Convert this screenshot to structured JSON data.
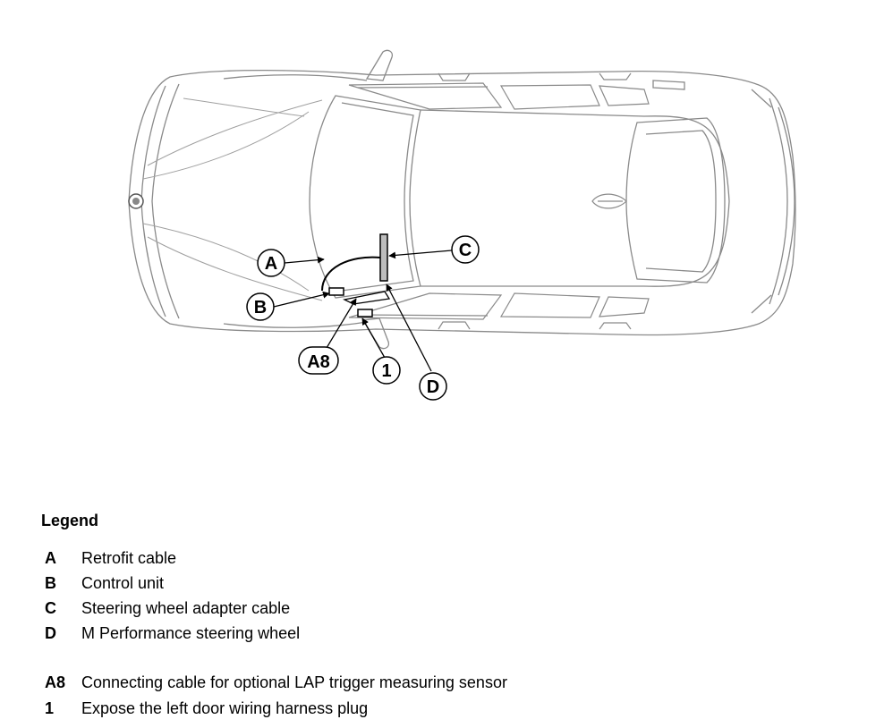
{
  "callouts": {
    "A": "A",
    "B": "B",
    "C": "C",
    "D": "D",
    "A8": "A8",
    "one": "1"
  },
  "legend": {
    "title": "Legend",
    "items": [
      {
        "code": "A",
        "text": "Retrofit cable"
      },
      {
        "code": "B",
        "text": "Control unit"
      },
      {
        "code": "C",
        "text": "Steering wheel adapter cable"
      },
      {
        "code": "D",
        "text": "M Performance steering wheel"
      },
      {
        "code": "A8",
        "text": "Connecting cable for optional LAP trigger measuring sensor"
      },
      {
        "code": "1",
        "text": "Expose the left door wiring harness plug"
      }
    ]
  }
}
